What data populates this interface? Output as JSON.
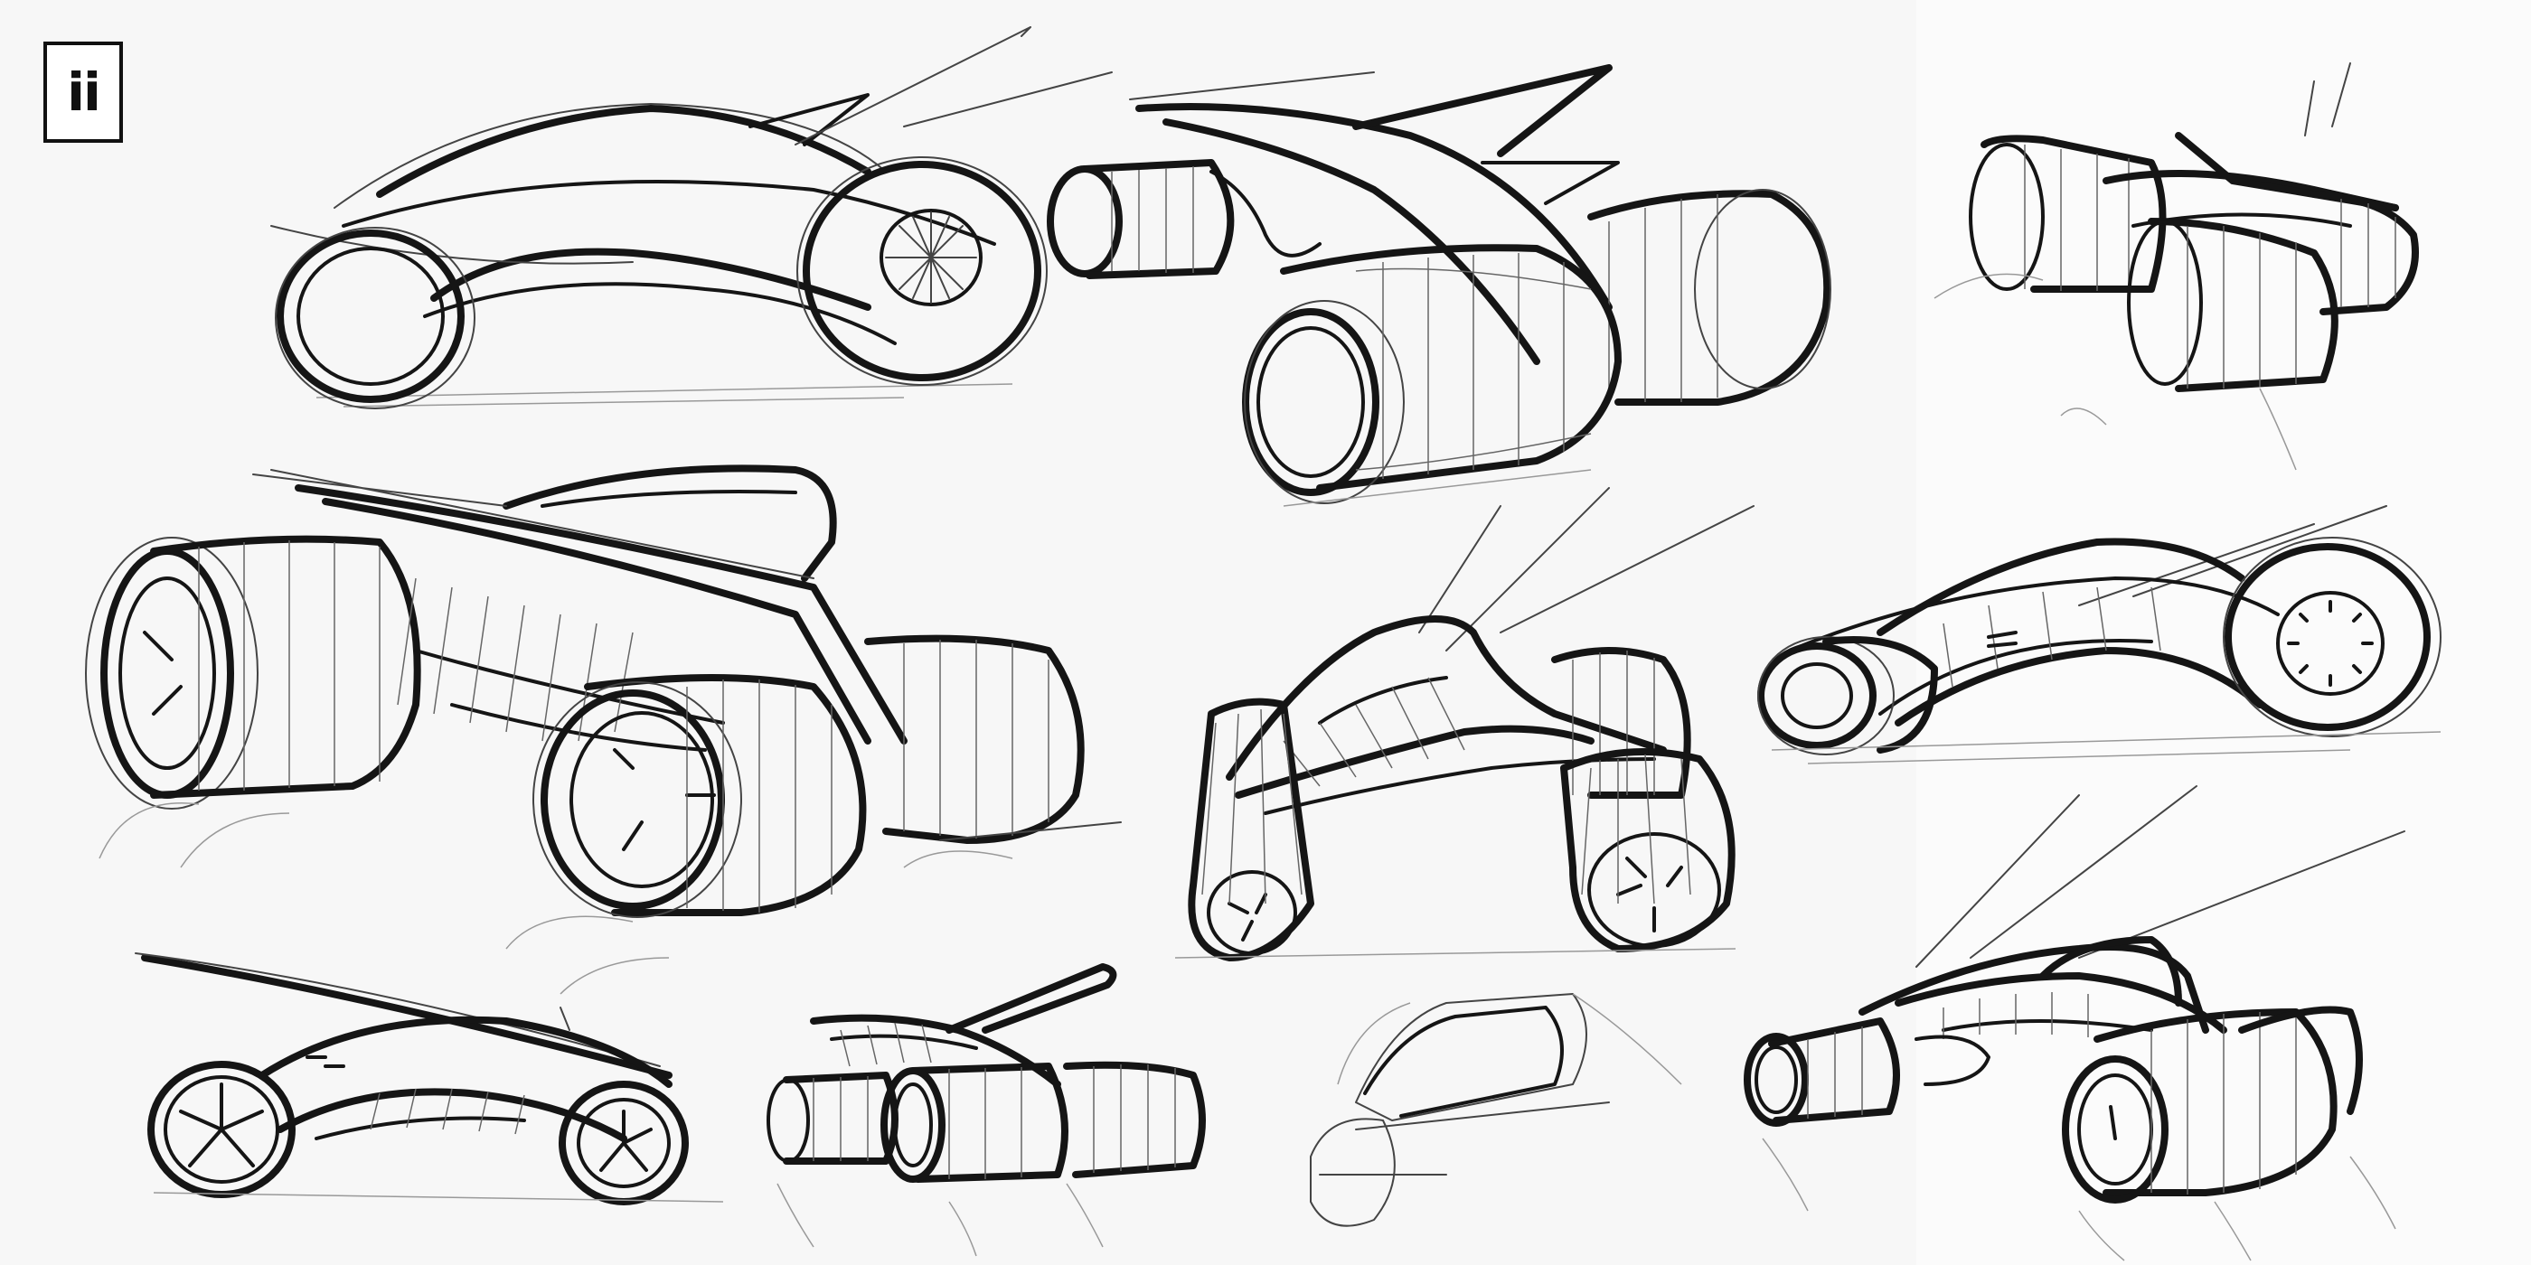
{
  "logo": {
    "text": "ii"
  },
  "sketches": [
    "two-wheel-concept-top-left",
    "jet-concept-top-center",
    "jet-concept-top-right",
    "jet-concept-mid-left",
    "pod-concept-center",
    "two-wheel-concept-mid-right",
    "two-wheel-concept-bottom-left",
    "jet-concept-bottom-center",
    "pod-outline-bottom-center",
    "jet-concept-bottom-right"
  ]
}
